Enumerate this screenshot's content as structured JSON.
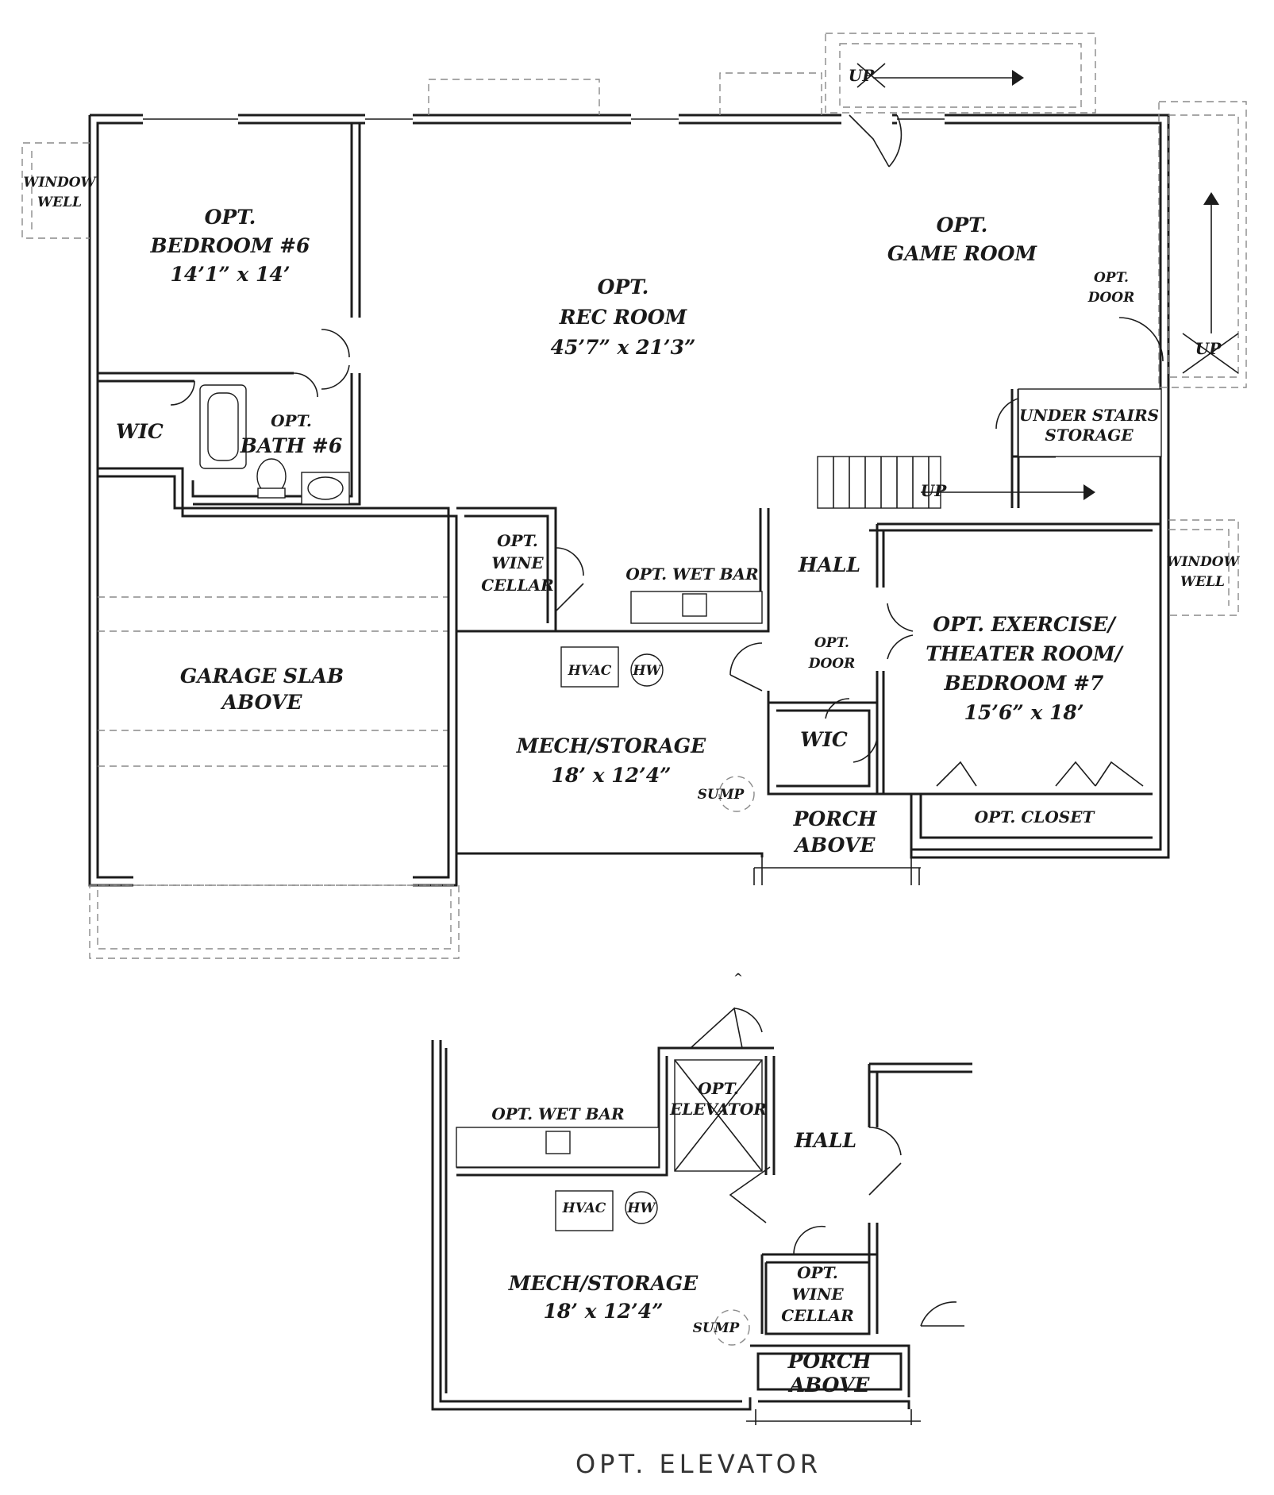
{
  "main_plan": {
    "rooms": {
      "bedroom6": [
        "OPT.",
        "BEDROOM #6",
        "14’1” x 14’"
      ],
      "rec_room": [
        "OPT.",
        "REC ROOM",
        "45’7” x 21’3”"
      ],
      "game_room": [
        "OPT.",
        "GAME ROOM"
      ],
      "wic1": "WIC",
      "bath6": [
        "OPT.",
        "BATH #6"
      ],
      "garage": [
        "GARAGE SLAB",
        "ABOVE"
      ],
      "wine_cellar": [
        "OPT.",
        "WINE",
        "CELLAR"
      ],
      "wet_bar": "OPT. WET BAR",
      "hall": "HALL",
      "mech": [
        "MECH/STORAGE",
        "18’ x 12’4”"
      ],
      "hvac": "HVAC",
      "hw": "HW",
      "sump": "SUMP",
      "opt_door_hall": [
        "OPT.",
        "DOOR"
      ],
      "wic2": "WIC",
      "exercise": [
        "OPT. EXERCISE/",
        "THEATER ROOM/",
        "BEDROOM #7",
        "15’6” x 18’"
      ],
      "closet": "OPT. CLOSET",
      "porch": [
        "PORCH",
        "ABOVE"
      ],
      "under_stairs": [
        "UNDER STAIRS",
        "STORAGE"
      ],
      "opt_door_game": [
        "OPT.",
        "DOOR"
      ],
      "window_well_left": [
        "WINDOW",
        "WELL"
      ],
      "window_well_right": [
        "WINDOW",
        "WELL"
      ],
      "up_top": "UP",
      "up_right": "UP",
      "up_stairs": "UP"
    }
  },
  "elevator_plan": {
    "rooms": {
      "wet_bar": "OPT. WET BAR",
      "elevator": [
        "OPT.",
        "ELEVATOR"
      ],
      "hall": "HALL",
      "hvac": "HVAC",
      "hw": "HW",
      "mech": [
        "MECH/STORAGE",
        "18’ x 12’4”"
      ],
      "sump": "SUMP",
      "wine_cellar": [
        "OPT.",
        "WINE",
        "CELLAR"
      ],
      "porch": [
        "PORCH",
        "ABOVE"
      ]
    }
  },
  "caption": "OPT. ELEVATOR"
}
